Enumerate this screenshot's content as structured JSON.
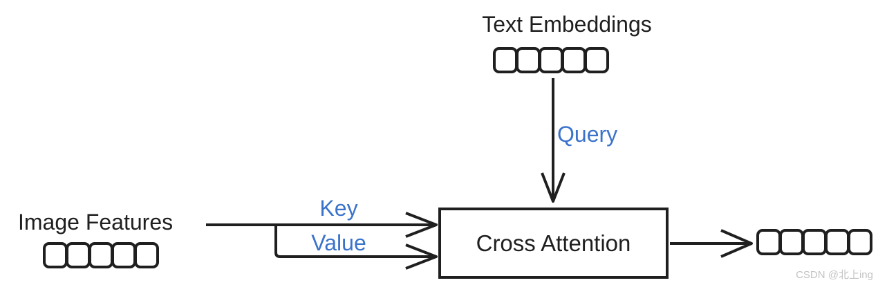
{
  "diagram": {
    "top_input": {
      "label": "Text Embeddings",
      "tokens": 5
    },
    "left_input": {
      "label": "Image Features",
      "tokens": 5
    },
    "output": {
      "tokens": 5
    },
    "box_label": "Cross Attention",
    "arrow_labels": {
      "query": "Query",
      "key": "Key",
      "value": "Value"
    },
    "watermark": "CSDN @北上ing",
    "colors": {
      "stroke": "#1f1f1f",
      "arrow_label_blue": "#3b73cb",
      "watermark_gray": "#c3c3c3"
    }
  }
}
